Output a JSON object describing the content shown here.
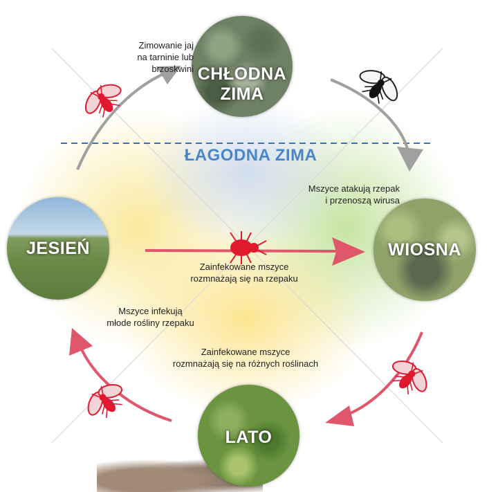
{
  "colors": {
    "accent_red": "#e0566b",
    "insect_red": "#e0192f",
    "arrow_gray": "#a0a0a0",
    "mild_winter_blue": "#4a86c5",
    "dash_blue": "#3f6fb0"
  },
  "mild_winter": {
    "title": "ŁAGODNA ZIMA"
  },
  "seasons": {
    "winter": {
      "label": "CHŁODNA\nZIMA"
    },
    "spring": {
      "label": "WIOSNA"
    },
    "autumn": {
      "label": "JESIEŃ"
    },
    "summer": {
      "label": "LATO"
    }
  },
  "notes": {
    "winter": "Zimowanie jaj\nna tarninie lub brzoskwini",
    "spring": "Mszyce atakują rzepak\ni przenoszą wirusa",
    "center": "Zainfekowane mszyce\nrozmnażają się na rzepaku",
    "autumn": "Mszyce infekują\nmłode rośliny rzepaku",
    "summer": "Zainfekowane mszyce\nrozmnażają się na różnych roślinach"
  },
  "icons": {
    "winter_in_insect": "winged-aphid-red-icon",
    "winter_out_insect": "winged-aphid-black-icon",
    "center_insect": "aphid-red-icon",
    "summer_in_insect": "winged-aphid-red-icon",
    "autumn_in_insect": "winged-aphid-red-icon"
  }
}
